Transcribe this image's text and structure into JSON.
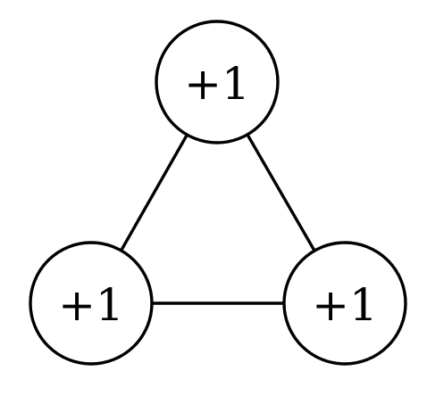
{
  "diagram": {
    "nodes": [
      {
        "id": "top",
        "label": "+1"
      },
      {
        "id": "bottom-left",
        "label": "+1"
      },
      {
        "id": "bottom-right",
        "label": "+1"
      }
    ],
    "edges": [
      {
        "from": "top",
        "to": "bottom-left"
      },
      {
        "from": "top",
        "to": "bottom-right"
      },
      {
        "from": "bottom-left",
        "to": "bottom-right"
      }
    ]
  }
}
